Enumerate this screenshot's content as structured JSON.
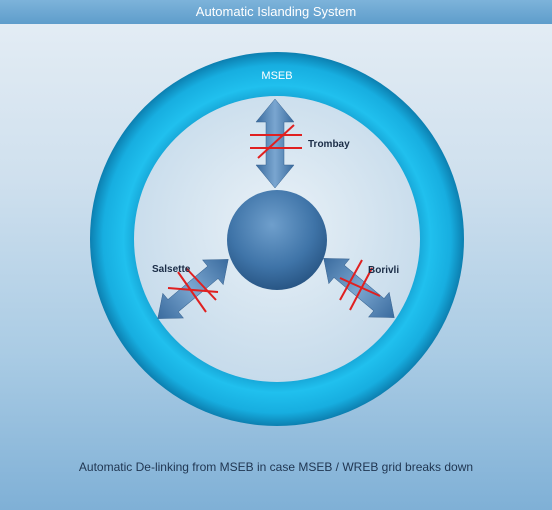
{
  "title": "Automatic Islanding System",
  "ring_label": "MSEB",
  "nodes": {
    "top": "Trombay",
    "left": "Salsette",
    "right": "Borivli"
  },
  "caption": "Automatic De-linking from MSEB in case MSEB / WREB grid breaks down",
  "colors": {
    "ring": "#18b4e6",
    "hub": "#3f74a8",
    "arrow": "#4d7fb2",
    "cross": "#e02020",
    "label": "#1b2d47"
  }
}
